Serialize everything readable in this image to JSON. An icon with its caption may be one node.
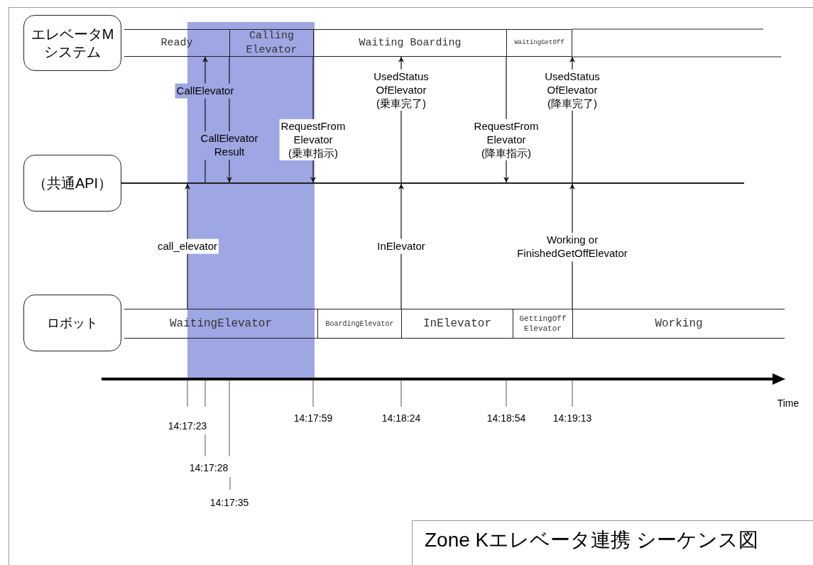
{
  "diagram": {
    "title": "Zone Kエレベータ連携 シーケンス図",
    "nodes": [
      {
        "text": [
          "エレベータMシステム"
        ]
      },
      {
        "text": [
          "Ready"
        ]
      },
      {
        "text": [
          "Calling Elevator"
        ]
      },
      {
        "text": [
          "Waiting Boarding"
        ]
      },
      {
        "text": [
          "WaitingGetOff"
        ]
      },
      {
        "text": [
          "（共通API）"
        ]
      },
      {
        "text": [],
        "shape": "line"
      },
      {
        "text": [
          "ロボット"
        ]
      },
      {
        "text": [
          "WaitingElevator"
        ]
      },
      {
        "text": [
          "BoardingElevator"
        ]
      },
      {
        "text": [
          "InElevator"
        ]
      },
      {
        "text": [
          "GettingOff Elevator"
        ]
      },
      {
        "text": [
          "Working"
        ]
      }
    ],
    "edges": [
      {
        "from": 8,
        "to": 6,
        "arrow": "to",
        "label": "call_elevator"
      },
      {
        "from": 6,
        "to": 1,
        "arrow": "to",
        "label": "CallElevator"
      },
      {
        "from": 2,
        "to": 6,
        "arrow": "to",
        "label": "CallElevator Result"
      },
      {
        "from": 3,
        "to": 6,
        "arrow": "to",
        "label": "RequestFrom Elevator (乗車指示)"
      },
      {
        "from": 10,
        "to": 6,
        "arrow": "to",
        "label": "InElevator"
      },
      {
        "from": 6,
        "to": 3,
        "arrow": "to",
        "label": "UsedStatus OfElevator (乗車完了)"
      },
      {
        "from": 4,
        "to": 6,
        "arrow": "to",
        "label": "RequestFrom Elevator (降車指示)"
      },
      {
        "from": 12,
        "to": 6,
        "arrow": "to",
        "label": "Working or FinishedGetOffElevator"
      },
      {
        "from": 6,
        "to": 4,
        "arrow": "to",
        "label": "UsedStatus OfElevator (降車完了)"
      }
    ],
    "labels": [
      "Time",
      "14:17:59",
      "14:18:24",
      "14:18:54",
      "14:19:13",
      "14:17:23",
      "14:17:28",
      "14:17:35"
    ]
  }
}
